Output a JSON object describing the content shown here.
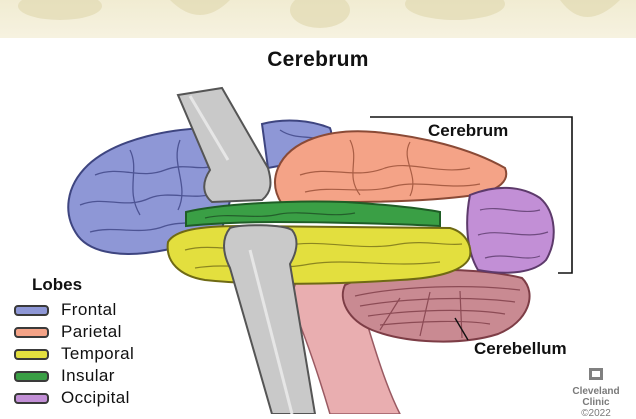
{
  "title": "Cerebrum",
  "labels": {
    "cerebrum": "Cerebrum",
    "cerebellum": "Cerebellum"
  },
  "legend": {
    "title": "Lobes",
    "items": [
      {
        "label": "Frontal",
        "color": "#8e97d6"
      },
      {
        "label": "Parietal",
        "color": "#f4a387"
      },
      {
        "label": "Temporal",
        "color": "#e3df3e"
      },
      {
        "label": "Insular",
        "color": "#3a9f45"
      },
      {
        "label": "Occipital",
        "color": "#c28fd6"
      }
    ]
  },
  "colors": {
    "frontal": "#8e97d6",
    "parietal": "#f4a387",
    "temporal": "#e3df3e",
    "insular": "#3a9f45",
    "occipital": "#c28fd6",
    "cerebellum": "#c98a92",
    "brainstem": "#e9aeb0",
    "retractor": "#c9c9c9"
  },
  "credit": {
    "org_line1": "Cleveland",
    "org_line2": "Clinic",
    "year": "©2022"
  }
}
